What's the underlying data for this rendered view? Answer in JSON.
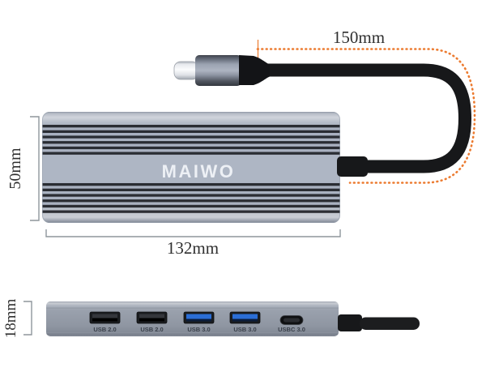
{
  "title": "MAIWO USB-C hub product dimension diagram",
  "brand": {
    "logo": "MAIWO"
  },
  "annotations": {
    "cable_length": "150mm",
    "body_height": "50mm",
    "body_width": "132mm",
    "body_thickness": "18mm"
  },
  "ports": [
    {
      "label": "USB 2.0",
      "type": "usb-a",
      "tongue_color": "#34363b"
    },
    {
      "label": "USB 2.0",
      "type": "usb-a",
      "tongue_color": "#34363b"
    },
    {
      "label": "USB 3.0",
      "type": "usb-a",
      "tongue_color": "#2b6ed6"
    },
    {
      "label": "USB 3.0",
      "type": "usb-a",
      "tongue_color": "#2b6ed6"
    },
    {
      "label": "USBC 3.0",
      "type": "usb-c",
      "tongue_color": "#2a2c30"
    }
  ],
  "colors": {
    "accent_dotted_line": "#ec7b30",
    "hub_body": "#aab2c1",
    "hub_bottom_body": "#99a0ac",
    "usb3_tongue": "#2b6ed6",
    "cable_black": "#17181a",
    "dimension_text": "#2f2f2f",
    "bracket_gray": "#8f969c"
  }
}
